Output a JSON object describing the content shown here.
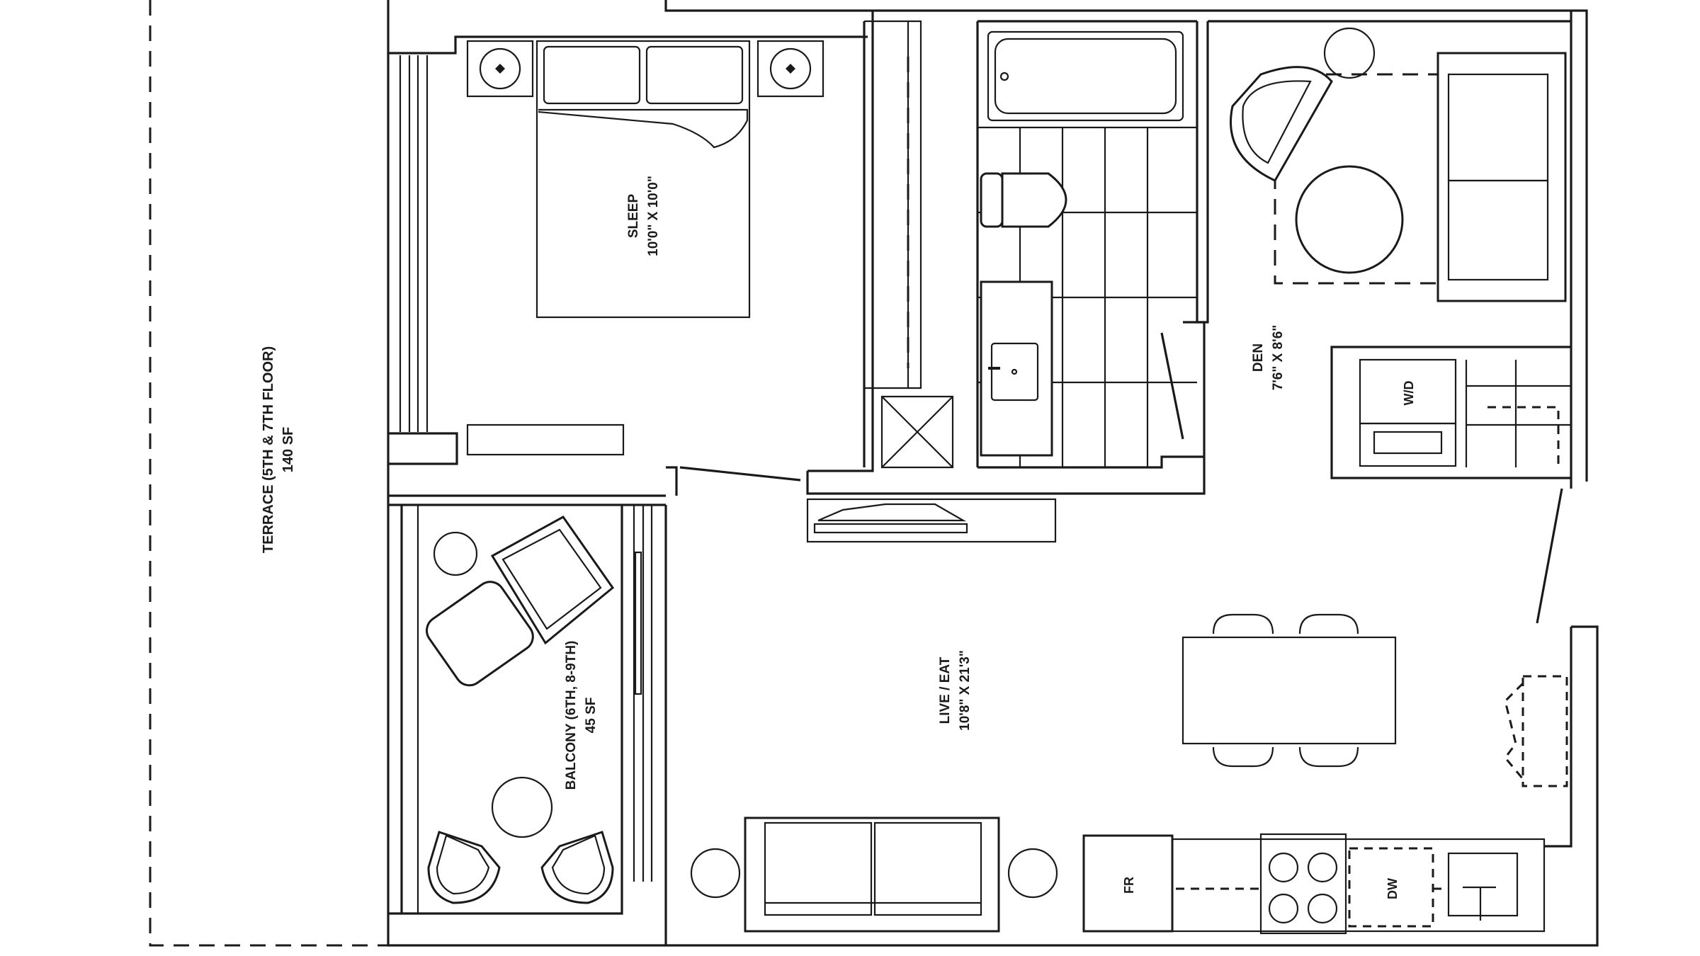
{
  "plan": {
    "rooms": {
      "sleep": {
        "name": "SLEEP",
        "dims": "10'0\" X 10'0\""
      },
      "den": {
        "name": "DEN",
        "dims": "7'6\" X 8'6\""
      },
      "live_eat": {
        "name": "LIVE / EAT",
        "dims": "10'8\" X 21'3\""
      },
      "balcony": {
        "name": "BALCONY (6TH, 8-9TH)",
        "area": "45 SF"
      },
      "terrace": {
        "name": "TERRACE (5TH & 7TH FLOOR)",
        "area": "140 SF"
      }
    },
    "appliances": {
      "washer_dryer": "W/D",
      "fridge": "FR",
      "dishwasher": "DW"
    }
  }
}
